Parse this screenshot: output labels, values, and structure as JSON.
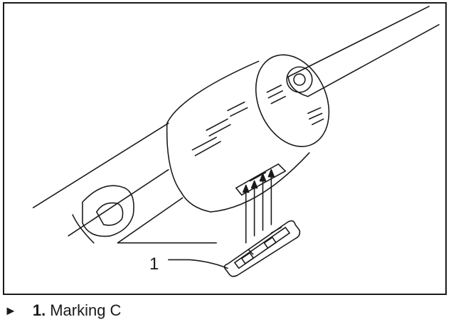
{
  "figure": {
    "callout_number": "1",
    "legend": {
      "marker_icon": "right-triangle-icon",
      "marker_glyph": "►",
      "number": "1.",
      "label": "Marking C"
    }
  },
  "colors": {
    "ink": "#1a1a1a",
    "paper": "#ffffff"
  }
}
